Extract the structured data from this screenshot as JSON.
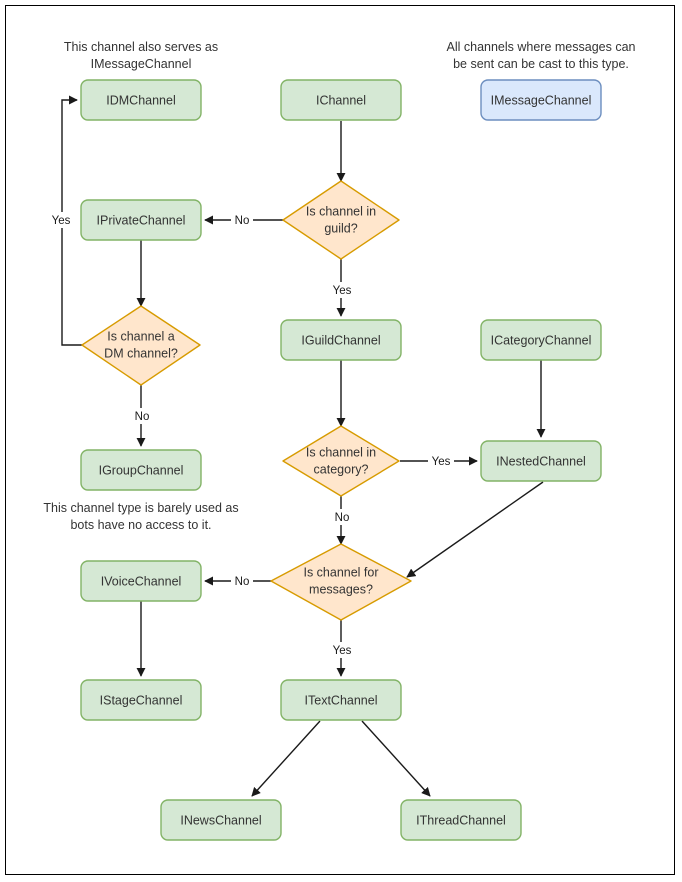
{
  "diagram": {
    "title": "Discord channel interface hierarchy flowchart",
    "colors": {
      "green_fill": "#d5e8d4",
      "green_stroke": "#82b366",
      "blue_fill": "#dae8fc",
      "blue_stroke": "#6c8ebf",
      "diamond_fill": "#ffe6cc",
      "diamond_stroke": "#d79b00",
      "edge": "#1a1a1a",
      "text": "#333333",
      "background": "#ffffff"
    },
    "nodes": {
      "idm_channel": "IDMChannel",
      "ichannel": "IChannel",
      "imessage_channel": "IMessageChannel",
      "iprivate_channel": "IPrivateChannel",
      "iguild_channel": "IGuildChannel",
      "icategory_channel": "ICategoryChannel",
      "igroup_channel": "IGroupChannel",
      "inested_channel": "INestedChannel",
      "ivoice_channel": "IVoiceChannel",
      "istage_channel": "IStageChannel",
      "itext_channel": "ITextChannel",
      "inews_channel": "INewsChannel",
      "ithread_channel": "IThreadChannel"
    },
    "decisions": {
      "in_guild_line1": "Is channel in",
      "in_guild_line2": "guild?",
      "is_dm_line1": "Is channel a",
      "is_dm_line2": "DM channel?",
      "in_category_line1": "Is channel in",
      "in_category_line2": "category?",
      "for_messages_line1": "Is channel for",
      "for_messages_line2": "messages?"
    },
    "edge_labels": {
      "guild_no": "No",
      "guild_yes": "Yes",
      "dm_yes": "Yes",
      "dm_no": "No",
      "category_yes": "Yes",
      "category_no": "No",
      "messages_no": "No",
      "messages_yes": "Yes"
    },
    "notes": {
      "dm_note_line1": "This channel also serves as",
      "dm_note_line2": "IMessageChannel",
      "message_note_line1": "All channels where messages can",
      "message_note_line2": "be sent can be cast to this type.",
      "group_note_line1": "This channel type is barely used as",
      "group_note_line2": "bots have no access to it."
    }
  }
}
